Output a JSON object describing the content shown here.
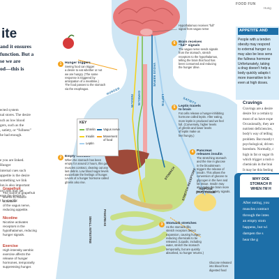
{
  "colors": {
    "brand_blue": "#1d6fa8",
    "body_blue": "#cfe6f4",
    "ghrelin": "#7bbf4a",
    "insulin": "#f4d21d",
    "leptin": "#a7d1ef",
    "vagus": "#1d6fa8",
    "food_arrow": "#f4a31d",
    "brain_pink": "#e87a7a",
    "gut_green": "#c8df86"
  },
  "left": {
    "title": "ite",
    "intro": "and it ensures\nfunction. But a\nse we are\nod—this is",
    "body1": "ected system\nnal stores. The desire\nuch as low blood\ngers, such as the\n, satiety, or “fullness”\nhe had enough.",
    "body2": "e you are linked. Hunger\ninternal cues such\nappetite is the desire\nsomething we link\nlon is also important\nory loss may set\nease the desire to\nt by specific",
    "sidebar": [
      {
        "heading": "Grapefruit",
        "text": "The scent of grapefruit\nseems to reduce activation\nof the vagus nerve,\nreducing appetite."
      },
      {
        "heading": "Nicotine",
        "text": "Nicotine activates\nreceptors in the\nhypothalamus, reducing\nhunger signals."
      },
      {
        "heading": "Exercise",
        "text": "High-intensity aerobic\nexercise affects the\nrelease of hunger\nhormones, temporarily\nsuppressing hunger."
      }
    ]
  },
  "right": {
    "running_head": "FOOD FUN",
    "running_sub": "Hung",
    "appetite_box": {
      "heading": "APPETITE AND",
      "text": "People with a tenden\nobesity may respond\nto external hunger cu\nmay also be less sens\nthe fullness hormone\nUnfortunately, taking\na drug doesn't help a\nbody quickly adapts t\nmore insensitive to le\neven at high doses."
    },
    "cravings_heading": "Cravings",
    "cravings_text": "Cravings are a desire\ndesire for a certain ty\nmost of us have expe\nOccasionally, they are\nnutrient deficiencies,\nbody's way of telling\nproblem. But mostly t\npsychological, driven\nboredom. Normally, c\nhigh in fat or sugar th\nwhich trigger a rush o\nchemicals in the brai\nIt may be this feeling\nrather than the actual",
    "why_heading": "WHY DOE\nSTOMACH R\nWHEN I'M H",
    "why_text": "After eating, you\nmuscles contract\nthrough the intes\nan empty stom\nhappens, but wi\ndampen the s\nhear the g"
  },
  "diagram": {
    "steps": [
      {
        "num": "1",
        "heading": "Hunger triggers",
        "text": "Seeing food can trigger\na desire to eat whether or not\nwe are hungry. (The same\nresponse is triggered by\nanticipation of a mealtime.)\nThe food passes to the stomach\nvia the esophagus."
      },
      {
        "num": "2",
        "heading": "Empty stomach",
        "text": "When the stomach has been\nempty for around 2 hours, this gut\nmuscles contract, clearing out any\nlast debris. Low blood sugar levels\nexacerbate the feelings of hunger.\nLevels of a hunger hormone called\nghrelin also rise."
      },
      {
        "num": "3",
        "heading": "Stomach stretches",
        "text": "As the stomach fills,\nstretch receptors detect\nexpansion, causing hunger-\nreducing chemicals to be\nreleased. (Liquids, including\nwater, stretch the stomach\ntemporarily, but are quickly\nabsorbed, so hunger returns.)"
      },
      {
        "num": "4",
        "heading": "Pancreas\nreleases insulin",
        "text": "The stretching stomach\nand the rise in glucose\nin the bloodstream\ntriggers the release of\ninsulin. This allows the\nconversion of glucose to\nglycogen in the liver and\nfat tissue. Insulin may\nalso make the brain more\nsensitive to satiety signals."
      },
      {
        "num": "5",
        "heading": "Leptin travels\nto brain",
        "text": "Fat cells release a hunger-inhibiting\nhormone called leptin. After eating,\nmore leptin is produced and we feel\nfull. (Conversely, higher levels\nof ghrelin and lower levels\nof leptin make us\nfeel hungry.)"
      },
      {
        "num": "6",
        "heading": "Brain receives\n“full” signals",
        "text": "The vagus nerve sends signals\nfrom the stomach, stretch\nreceptors to the hypothalamus,\ntelling the brain that food has\nbeen consumed and reducing\nthe hunger drive."
      }
    ],
    "hypothalamus_label": "Hypothalamus receives “full”\nsignal from vagus nerve",
    "glucose_label": "Glucose released\ninto blood from\ndigested food",
    "adipose_label": "ADIPOSE\n(FAT) TISSUE",
    "vertical_labels": {
      "hunger": "HUNGER",
      "satiety": "SATIETY",
      "vagus_nerve": "VAGUS NERVE",
      "leptin": "LEPTIN",
      "ghrelin": "GHRELIN",
      "insulin": "INSULIN",
      "stomach": "STOMACH",
      "stretch_receptors": "STRETCH RECEPTORS",
      "small_intestine": "SMALL INTESTINE",
      "pancreas": "PANCREAS"
    },
    "key": {
      "heading": "KEY",
      "items": [
        "Ghrelin",
        "Insulin",
        "Leptin",
        "Vagus nerve",
        "Movement\nof food"
      ]
    }
  }
}
